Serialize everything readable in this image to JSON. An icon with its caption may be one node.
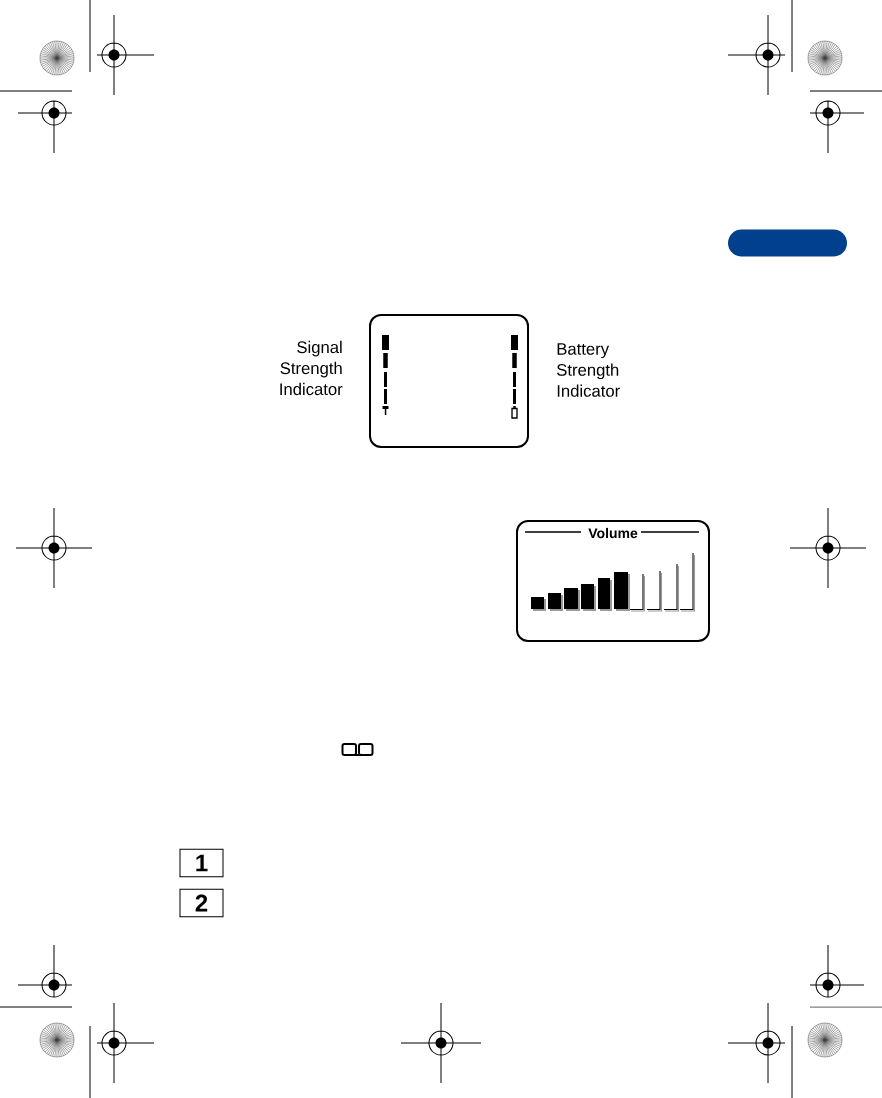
{
  "diagram": {
    "nodes": [
      {
        "text": [],
        "shape": "bar"
      },
      {
        "text": [],
        "shape": "box",
        "beside": [
          "Signal Strength Indicator",
          "Battery Strength Indicator"
        ]
      },
      {
        "text": [
          "Volume"
        ]
      },
      {
        "text": [
          "1"
        ]
      },
      {
        "text": [
          "2"
        ]
      }
    ]
  }
}
